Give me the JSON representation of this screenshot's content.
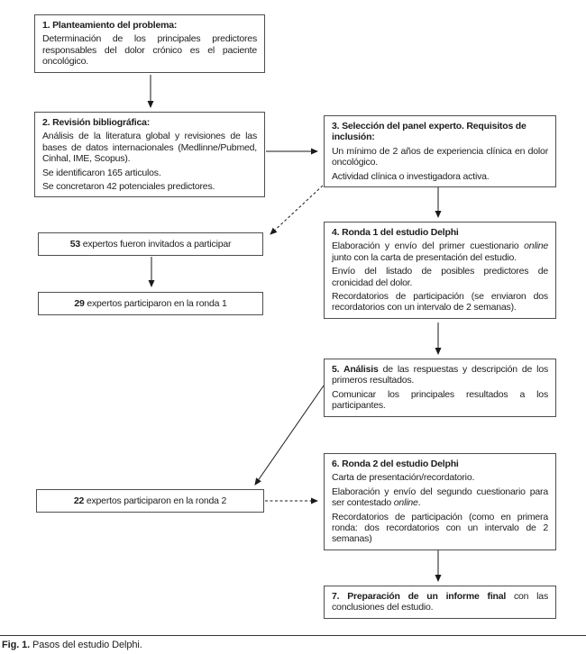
{
  "colors": {
    "border": "#4f4f4f",
    "text": "#1d1d1d",
    "arrow": "#1a1a1a"
  },
  "boxes": {
    "box1": {
      "title": "1. Planteamiento del problema:",
      "body": "Determinación de los principales predictores responsables del dolor crónico es el paciente oncológico."
    },
    "box2": {
      "title": "2. Revisión bibliográfica:",
      "p1": "Análisis de la literatura global y revisiones de las bases de datos internacionales (Medlinne/Pubmed, Cinhal, IME, Scopus).",
      "p2": "Se identificaron 165 articulos.",
      "p3": "Se concretaron 42 potenciales predictores."
    },
    "box3": {
      "title": "3. Selección del panel experto. Requisitos de inclusión:",
      "p1": "Un mínimo de 2 años de experiencia clínica en dolor oncológico.",
      "p2": "Actividad clínica o investigadora activa."
    },
    "invited": {
      "number": "53",
      "text": " expertos fueron invitados a participar"
    },
    "round1": {
      "number": "29",
      "text": " expertos participaron en la ronda 1"
    },
    "round2": {
      "number": "22",
      "text": " expertos participaron en la ronda 2"
    },
    "box4": {
      "title": "4. Ronda 1 del estudio Delphi",
      "p1a": "Elaboración y envío del primer cuestionario ",
      "p1_italic": "online",
      "p1b": " junto con la carta de presentación del estudio.",
      "p2": "Envío del listado de posibles predictores de cronicidad del dolor.",
      "p3": "Recordatorios de participación (se enviaron dos recordatorios con un intervalo de 2 semanas)."
    },
    "box5": {
      "title_bold": "5. Análisis",
      "title_rest": " de las respuestas y descripción de los primeros resultados.",
      "p2": "Comunicar los principales resultados a los participantes."
    },
    "box6": {
      "title": "6. Ronda 2 del estudio Delphi",
      "p1": "Carta de presentación/recordatorio.",
      "p2a": "Elaboración y envío del segundo cuestionario para ser contestado ",
      "p2_italic": "online",
      "p2b": ".",
      "p3": "Recordatorios de participación (como en primera ronda: dos recordatorios con un intervalo de 2 semanas)"
    },
    "box7": {
      "bold": "7. Preparación de un informe final",
      "rest": " con las conclusiones del estudio."
    }
  },
  "caption": {
    "label": "Fig. 1.",
    "text": " Pasos del estudio Delphi."
  }
}
